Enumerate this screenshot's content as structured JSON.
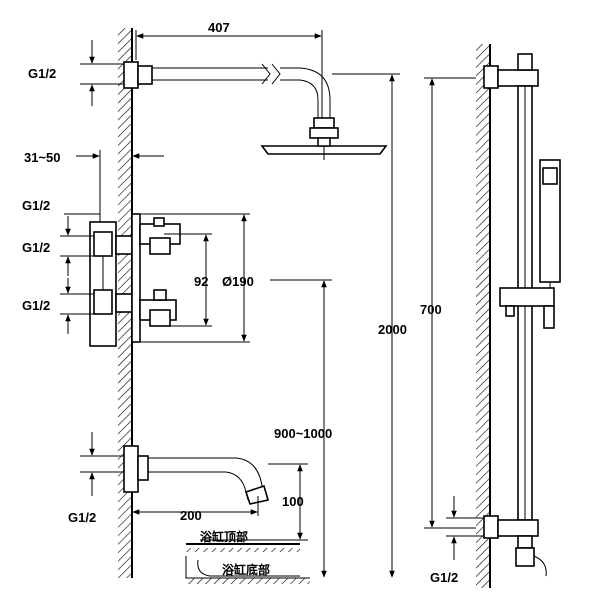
{
  "dimensions": {
    "arm_length": "407",
    "wall_gap": "31~50",
    "valve_spacing": "92",
    "cover_diameter": "Ø190",
    "total_height": "2000",
    "rail_length": "700",
    "spout_height": "900~1000",
    "spout_length": "200",
    "spout_drop": "100"
  },
  "threads": {
    "arm_inlet": "G1/2",
    "valve_inlet_top": "G1/2",
    "valve_upper": "G1/2",
    "valve_lower": "G1/2",
    "spout_inlet": "G1/2",
    "rail_inlet": "G1/2"
  },
  "labels": {
    "bathtub_top": "浴缸顶部",
    "bathtub_bottom": "浴缸底部"
  }
}
